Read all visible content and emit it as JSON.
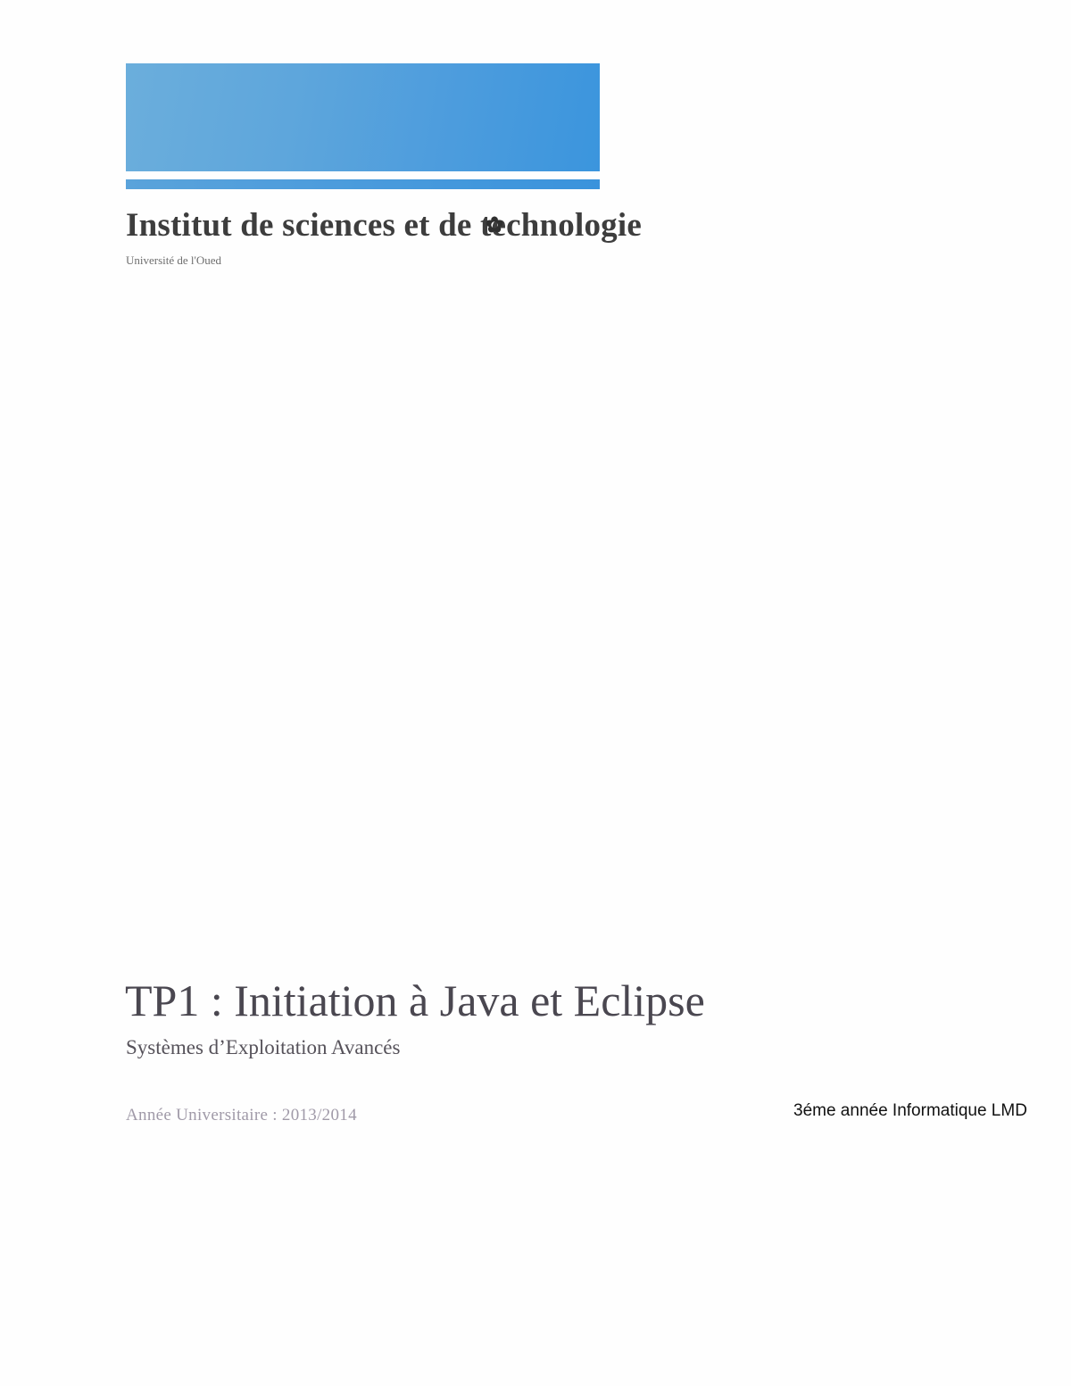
{
  "header": {
    "banner_color_start": "#6baedc",
    "banner_color_end": "#3b95dd",
    "institute_title_part1": "Institut de sciences et de ",
    "institute_title_part2": "technologie",
    "institute_title_artifact_icon": "✿",
    "university_name": "Université de l'Oued"
  },
  "document": {
    "title": "TP1 : Initiation à Java et Eclipse",
    "subtitle": "Systèmes d’Exploitation Avancés",
    "academic_year": "Année Universitaire : 2013/2014",
    "class_level": "3éme année Informatique LMD"
  },
  "colors": {
    "title_text": "#4a4750",
    "heading_text": "#3d3d3d",
    "year_text": "#a09aa8",
    "page_background": "#fefefe"
  }
}
